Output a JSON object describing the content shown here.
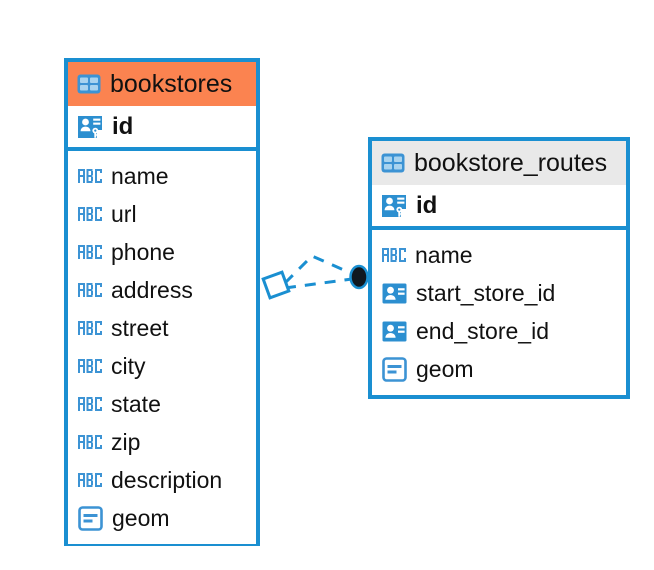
{
  "diagram": {
    "type": "entity-relationship-diagram",
    "background": "#ffffff",
    "accent_color": "#1a8fd1",
    "highlight_color": "#fb8350",
    "header_grey": "#e9e9e9"
  },
  "entities": [
    {
      "name": "bookstores",
      "header_style": "orange",
      "icon": "table-icon",
      "primary_key": {
        "label": "id",
        "icon": "primary-key-icon"
      },
      "fields": [
        {
          "label": "name",
          "icon": "abc-text-icon"
        },
        {
          "label": "url",
          "icon": "abc-text-icon"
        },
        {
          "label": "phone",
          "icon": "abc-text-icon"
        },
        {
          "label": "address",
          "icon": "abc-text-icon"
        },
        {
          "label": "street",
          "icon": "abc-text-icon"
        },
        {
          "label": "city",
          "icon": "abc-text-icon"
        },
        {
          "label": "state",
          "icon": "abc-text-icon"
        },
        {
          "label": "zip",
          "icon": "abc-text-icon"
        },
        {
          "label": "description",
          "icon": "abc-text-icon"
        },
        {
          "label": "geom",
          "icon": "geometry-icon"
        }
      ]
    },
    {
      "name": "bookstore_routes",
      "header_style": "grey",
      "icon": "table-icon",
      "primary_key": {
        "label": "id",
        "icon": "primary-key-icon"
      },
      "fields": [
        {
          "label": "name",
          "icon": "abc-text-icon"
        },
        {
          "label": "start_store_id",
          "icon": "foreign-key-icon"
        },
        {
          "label": "end_store_id",
          "icon": "foreign-key-icon"
        },
        {
          "label": "geom",
          "icon": "geometry-icon"
        }
      ]
    }
  ],
  "relationship": {
    "from_entity": "bookstores",
    "to_entity": "bookstore_routes",
    "line_style": "dashed",
    "line_color": "#1a8fd1",
    "source_marker": "diamond-open",
    "target_marker": "circle-filled",
    "target_marker_color": "#101820"
  }
}
